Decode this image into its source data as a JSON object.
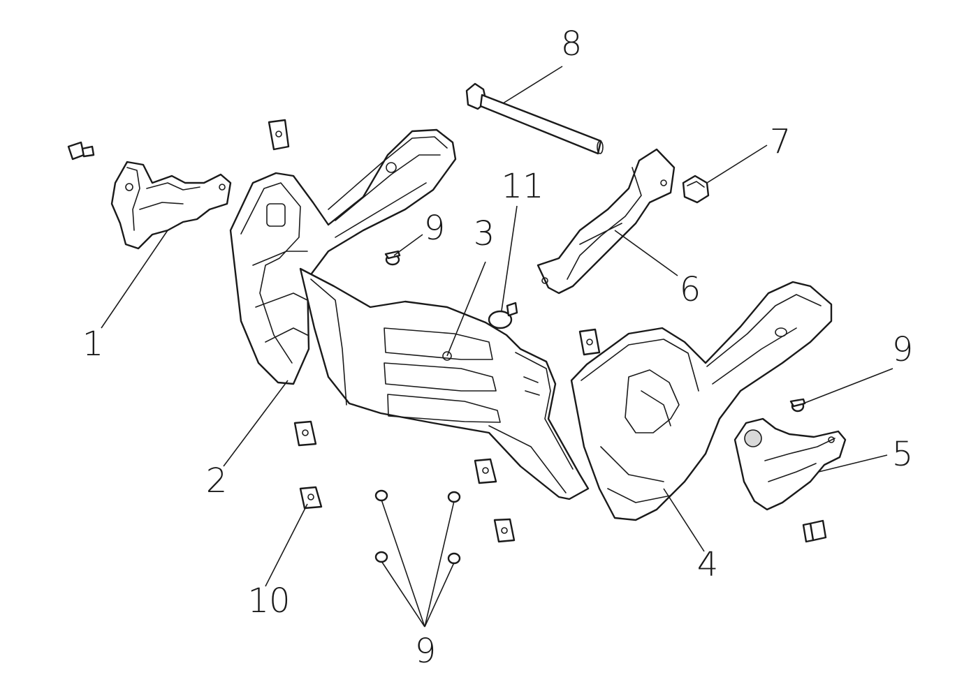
{
  "callouts": [
    {
      "id": "c1",
      "label": "1"
    },
    {
      "id": "c2",
      "label": "2"
    },
    {
      "id": "c3",
      "label": "3"
    },
    {
      "id": "c4",
      "label": "4"
    },
    {
      "id": "c5",
      "label": "5"
    },
    {
      "id": "c6",
      "label": "6"
    },
    {
      "id": "c7",
      "label": "7"
    },
    {
      "id": "c8",
      "label": "8"
    },
    {
      "id": "c9a",
      "label": "9"
    },
    {
      "id": "c9b",
      "label": "9"
    },
    {
      "id": "c9c",
      "label": "9"
    },
    {
      "id": "c10",
      "label": "10"
    },
    {
      "id": "c11",
      "label": "11"
    }
  ]
}
